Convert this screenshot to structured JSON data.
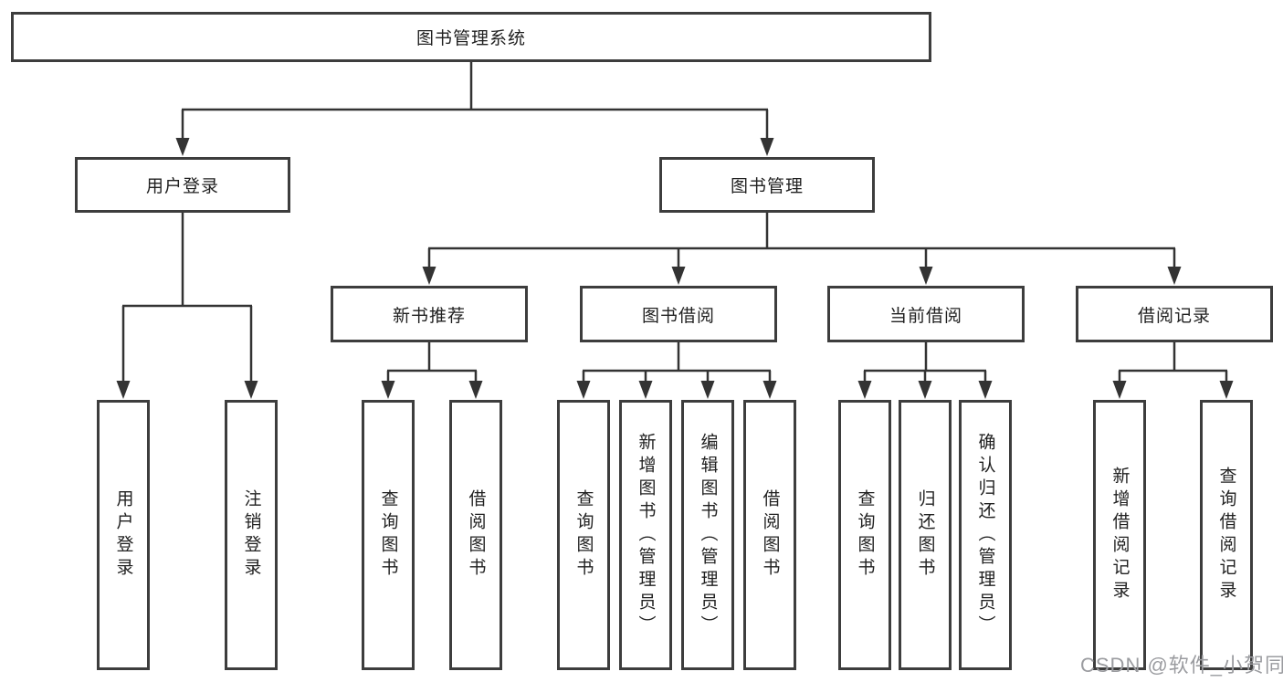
{
  "diagram": {
    "type": "hierarchy",
    "root_label": "图书管理系统",
    "nodes": [
      {
        "id": "root",
        "label": "图书管理系统",
        "parent": null
      },
      {
        "id": "user-login",
        "label": "用户登录",
        "parent": "root"
      },
      {
        "id": "book-mgmt",
        "label": "图书管理",
        "parent": "root"
      },
      {
        "id": "new-books",
        "label": "新书推荐",
        "parent": "book-mgmt"
      },
      {
        "id": "borrow-books",
        "label": "图书借阅",
        "parent": "book-mgmt"
      },
      {
        "id": "current-borrow",
        "label": "当前借阅",
        "parent": "book-mgmt"
      },
      {
        "id": "borrow-records",
        "label": "借阅记录",
        "parent": "book-mgmt"
      },
      {
        "id": "leaf-user-login",
        "label": "用户登录",
        "parent": "user-login"
      },
      {
        "id": "leaf-logout",
        "label": "注销登录",
        "parent": "user-login"
      },
      {
        "id": "leaf-nb-query",
        "label": "查询图书",
        "parent": "new-books"
      },
      {
        "id": "leaf-nb-borrow",
        "label": "借阅图书",
        "parent": "new-books"
      },
      {
        "id": "leaf-bb-query",
        "label": "查询图书",
        "parent": "borrow-books"
      },
      {
        "id": "leaf-bb-add",
        "label": "新增图书（管理员）",
        "parent": "borrow-books"
      },
      {
        "id": "leaf-bb-edit",
        "label": "编辑图书（管理员）",
        "parent": "borrow-books"
      },
      {
        "id": "leaf-bb-borrow",
        "label": "借阅图书",
        "parent": "borrow-books"
      },
      {
        "id": "leaf-cb-query",
        "label": "查询图书",
        "parent": "current-borrow"
      },
      {
        "id": "leaf-cb-return",
        "label": "归还图书",
        "parent": "current-borrow"
      },
      {
        "id": "leaf-cb-confirm",
        "label": "确认归还（管理员）",
        "parent": "current-borrow"
      },
      {
        "id": "leaf-br-add",
        "label": "新增借阅记录",
        "parent": "borrow-records"
      },
      {
        "id": "leaf-br-query",
        "label": "查询借阅记录",
        "parent": "borrow-records"
      }
    ]
  },
  "watermark": {
    "text": "CSDN @软件_小贺同学"
  },
  "colors": {
    "background": "#ffffff",
    "box_fill": "#ffffff",
    "box_border": "#3d3d3d",
    "line": "#333333",
    "text": "#212121",
    "watermark": "#9b9ca0"
  }
}
